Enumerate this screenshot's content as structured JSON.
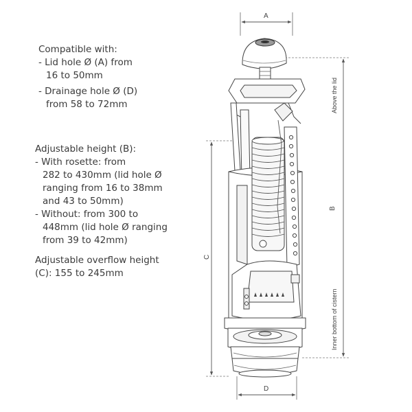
{
  "specs": {
    "compatible": {
      "heading": "Compatible with:",
      "lines": [
        "- Lid hole Ø (A) from",
        "16 to 50mm",
        "- Drainage hole Ø (D)",
        "from 58 to 72mm"
      ]
    },
    "height": {
      "heading": "Adjustable height (B):",
      "lines": [
        "- With rosette: from",
        "282 to 430mm (lid hole Ø",
        "ranging from 16 to 38mm",
        "and 43 to 50mm)",
        "- Without: from 300 to",
        "448mm (lid hole Ø ranging",
        "from 39 to 42mm)"
      ]
    },
    "overflow": {
      "heading": "Adjustable overflow height",
      "lines": [
        "(C): 155 to 245mm"
      ]
    }
  },
  "dimensions": {
    "a": "A",
    "b": "B",
    "c": "C",
    "d": "D",
    "above_lid": "Above the lid",
    "inner_bottom": "Inner bottom of cistern"
  },
  "colors": {
    "line": "#444444",
    "dim": "#555555"
  }
}
